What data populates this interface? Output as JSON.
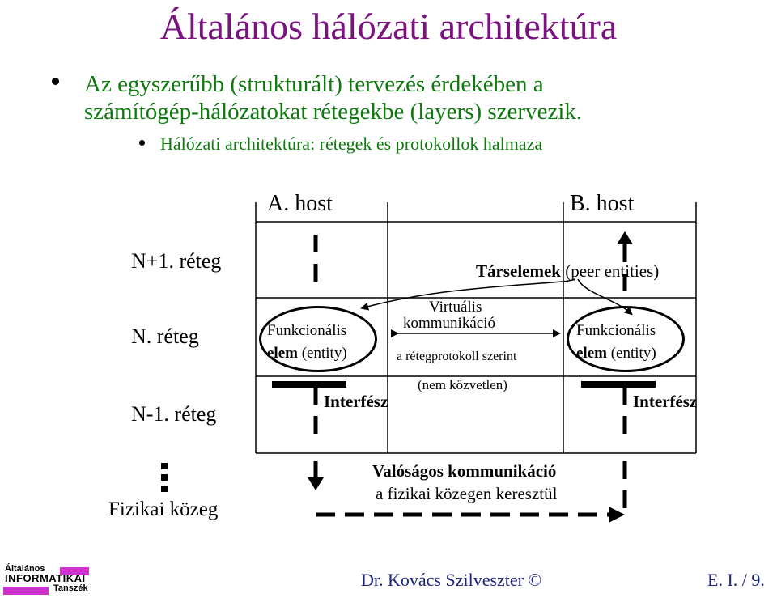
{
  "title": "Általános hálózati architektúra",
  "bullets": {
    "main_line1": "Az egyszerűbb (strukturált) tervezés érdekében a",
    "main_line2": "számítógép-hálózatokat rétegekbe (layers) szervezik.",
    "sub": "Hálózati architektúra: rétegek és protokollok halmaza"
  },
  "diagram": {
    "host_a": "A. host",
    "host_b": "B. host",
    "layers": {
      "n_plus_1": "N+1. réteg",
      "n": "N. réteg",
      "n_minus_1": "N-1. réteg",
      "physical": "Fizikai közeg"
    },
    "peer_entities_bold": "Társelemek",
    "peer_entities_rest": "(peer entities)",
    "entity_a_line1": "Funkcionális",
    "entity_a_line2_bold": "elem",
    "entity_a_line2_rest": "(entity)",
    "entity_b_line1": "Funkcionális",
    "entity_b_line2_bold": "elem",
    "entity_b_line2_rest": "(entity)",
    "virtual_line1": "Virtuális",
    "virtual_line2": "kommunikáció",
    "virtual_line3": "a rétegprotokoll szerint",
    "virtual_line4": "(nem közvetlen)",
    "interface_a": "Interfész",
    "interface_b": "Interfész",
    "real_line1": "Valóságos kommunikáció",
    "real_line2": "a fizikai közegen keresztül"
  },
  "footer": {
    "logo_line1": "Általános",
    "logo_line2": "INFORMATIKAI",
    "logo_line3": "Tanszék",
    "author": "Dr. Kovács Szilveszter ©",
    "page": "E. I. / 9."
  },
  "colors": {
    "title": "#7a1380",
    "bullets": "#0d7a0d",
    "footer": "#1a237e",
    "logo_accent": "#cc33cc"
  }
}
